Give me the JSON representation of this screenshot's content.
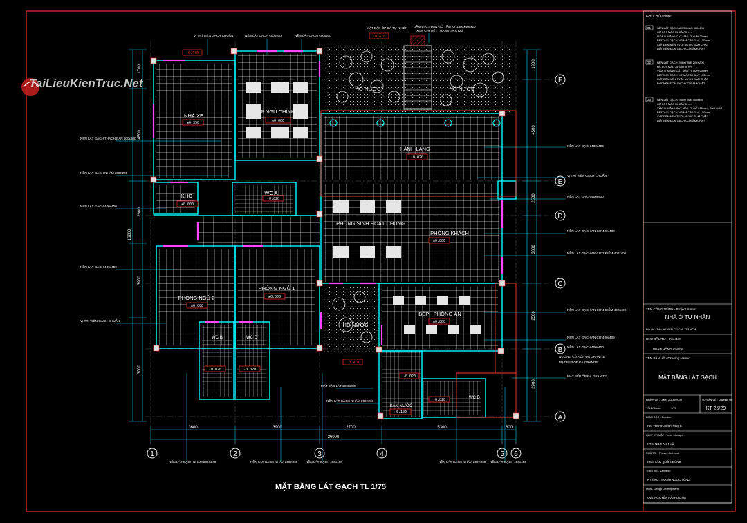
{
  "watermark": {
    "text": "TaiLieuKienTruc.Net",
    "brand_color": "#d9d9d9",
    "accent_color": "#c8201f"
  },
  "drawing": {
    "title": "MẶT BẰNG LÁT GẠCH TL 1/75",
    "rooms": {
      "nha_xe": "NHÀ XE",
      "p_ngu_chinh": "P.NGỦ CHÍNH",
      "hanh_lang": "HÀNH LANG",
      "kho": "KHO",
      "wc_a": "WC A",
      "phong_sinh_hoat_chung": "PHÒNG SINH HOẠT CHUNG",
      "phong_khach": "PHÒNG KHÁCH",
      "phong_ngu_1": "PHÒNG NGỦ 1",
      "phong_ngu_2": "PHÒNG NGỦ 2",
      "ho_nuoc_left": "HỒ NƯỚC",
      "ho_nuoc_right": "HỒ NƯỚC",
      "ho_nuoc_mid": "HỒ NƯỚC",
      "bep_phong_an": "BẾP - PHÒNG ĂN",
      "wc_b": "WC B",
      "wc_c": "WC C",
      "san_nuoc": "SÂN NƯỚC",
      "wc_d": "WC D"
    },
    "levels": {
      "nha_xe": "±0.350",
      "p_ngu_chinh": "±0.000",
      "hanh_lang": "-0.020",
      "kho": "±0.000",
      "wc_a": "-0.020",
      "phong_khach": "±0.000",
      "phong_ngu_1": "±0.000",
      "phong_ngu_2": "±0.000",
      "bep": "±0.000",
      "wc_b": "-0.020",
      "wc_c": "-0.020",
      "san_nuoc": "-0.100",
      "outside_top": "-0.470",
      "outside_top2": "-0.470",
      "outside_mid": "-0.470",
      "wc_d": "-0.020",
      "hall_sub": "-0.020"
    },
    "grid_axes_bottom": [
      "1",
      "2",
      "3",
      "4",
      "5",
      "6"
    ],
    "grid_axes_right": [
      "F",
      "E",
      "D",
      "C",
      "B",
      "A"
    ],
    "dims_bottom": [
      "3600",
      "3900",
      "2700",
      "5300",
      "600"
    ],
    "dim_total_bottom": "26000",
    "dims_left": [
      "1700",
      "4500",
      "2900",
      "3900",
      "3000"
    ],
    "dim_total_left": "16200",
    "dims_right": [
      "1900",
      "4500",
      "2500",
      "3800",
      "2500",
      "2900"
    ],
    "notes_top": [
      "VỊ TRÍ VIÊN GẠCH CHUẨN",
      "NỀN LÁT GẠCH 400x400",
      "NỀN LÁT GẠCH 400x400",
      "MẶT BẬC ỐP ĐÁ TỰ NHIÊN",
      "DẦM BTCT ĐAN GỖ TẦM KT 1400x400x20",
      "XEM CHI TIẾT TRANG TR.KT20"
    ],
    "notes_left": [
      "NỀN LÁT GẠCH THẠCH BÀN 600x600",
      "NỀN LÁT GẠCH NHÁM 200X200",
      "NỀN LÁT GẠCH 400x400",
      "NỀN LÁT GẠCH 400x400",
      "VỊ TRÍ VIÊN GẠCH CHUẨN"
    ],
    "notes_right": [
      "NỀN LÁT GẠCH 400x400",
      "VỊ TRÍ VIÊN GẠCH CHUẨN",
      "NỀN LÁT GẠCH 400x400",
      "NỀN LÁT GẠCH AN CƯ 400x400",
      "NỀN LÁT GẠCH AN CƯ 2 ĐIỂM 400x400",
      "NỀN LÁT GẠCH AN CƯ 4 ĐIỂM 400x400",
      "NỀN LÁT GẠCH AN CƯ 400x400",
      "NỀN LÁT GẠCH 400x400",
      "MẶT BẾP ỐP ĐÁ GRANITE"
    ],
    "notes_bottom": [
      "NỀN LÁT GẠCH NHÁM 200X200",
      "NỀN LÁT GẠCH NHÁM 200X200",
      "NỀN LÁT GẠCH 400x400",
      "NỀN LÁT GẠCH NHÁM 200X200",
      "NỀN LÁT GẠCH 400x400"
    ],
    "notes_mid": [
      "MẶT BẬC LÁT 200X200",
      "NỀN LÁT GẠCH NHÁM 200X200",
      "NƯỚNG CỬA ỐP ĐÁ GRANITE",
      "MẶT BẾP ỐP ĐÁ GRANITE"
    ]
  },
  "title_block": {
    "legend_header": "GHI CHÚ / Note:",
    "legend": [
      {
        "code": "G1",
        "lines": [
          "NỀN LÁT GẠCH AMERICAN 400x400",
          "HỒ LÓT MÁC 75 DÀY 5 mm",
          "VỮA XI MĂNG CÁT MÁC 75 DÀY 20 mm",
          "BETONG GẠCH VỠ MÁC 50 DÀY 100 mm",
          "CÁT ĐEN NÉN TƯỚI NƯỚC ĐẦM CHẶT",
          "ĐẤT NỀN ĐỌN GẠCH CỐ ĐẦM CHẶT"
        ]
      },
      {
        "code": "G2",
        "lines": [
          "NỀN LÁT GẠCH EUROTILE 200X200",
          "HỒ LÓT MÁC 75 DÀY 5 mm",
          "VỮA XI MĂNG CÁT MÁC 75 DÀY 20 mm",
          "BETONG GẠCH VỠ MÁC 50 DÀY 100 mm",
          "CÁT ĐEN NÉN TƯỚI NƯỚC ĐẦM CHẶT",
          "ĐẤT NỀN ĐỌN GẠCH CỐ ĐẦM CHẶT"
        ]
      },
      {
        "code": "G3",
        "lines": [
          "NỀN LÁT GẠCH EUROTILE 400x400",
          "HỒ LÓT MÁC 75 DÀY 5 mm",
          "VỮA XI MĂNG CÁT MÁC 75 DÀY 20 mm, TẠO DỐC",
          "BETONG GẠCH VỠ MÁC 50 DÀY 100mm",
          "CÁT ĐEN NÉN TƯỚI NƯỚC ĐẦM CHẶT",
          "ĐẤT NỀN ĐỌN GẠCH CỐ ĐẦM CHẶT"
        ]
      }
    ],
    "project_label": "TÊN CÔNG TRÌNH - Project Name:",
    "project_name": "NHÀ Ở TƯ NHÂN",
    "address": "Địa chỉ / Add: HUYỆN CỦ CHI - TP HCM",
    "owner_label": "CHỦ ĐẦU TƯ - Investor:",
    "owner": "PHAN HỒNG CHIẾN",
    "drawing_name_label": "TÊN BẢN VẼ - Drawing Name:",
    "drawing_name": "MẶT BẰNG LÁT GẠCH",
    "date_label": "NGÀY VẼ - Date:",
    "date": "20/04/2009",
    "scale_label": "TỈ LỆ/Scale:",
    "scale": "1/75",
    "sheet_label": "SỐ BẢN VẼ - Drawing No:",
    "sheet_no": "KT 25/29",
    "people": [
      {
        "role": "GIÁM ĐỐC - Director:",
        "name": "KS. TRƯƠNG BÁ NGỌC"
      },
      {
        "role": "QLKT KTHUẬT - Tech. Manager:",
        "name": "KTS. NGÔ ANH VŨ"
      },
      {
        "role": "CHỦ TRÌ - Primary Architect:",
        "name": "KSS. LÂM QUỐC DŨNG"
      },
      {
        "role": "THIẾT KẾ - Architect:",
        "name": "KTS.NG. THANH NGỌC TÙNG"
      },
      {
        "role": "HOA - Design Development:",
        "name": "Cvtt. NGUYỄN HẢI HƯƠNG"
      }
    ]
  },
  "colors": {
    "border": "#d42828",
    "wall": "#00ffff",
    "grid": "#ffffff",
    "door": "#ff44ff",
    "dim": "#00e0ff",
    "level_box": "#ff3030",
    "text": "#ffffff"
  }
}
